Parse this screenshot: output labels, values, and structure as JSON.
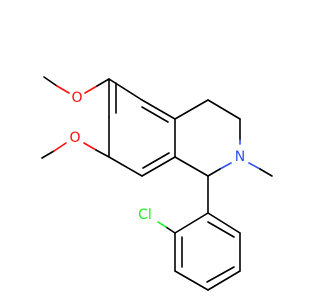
{
  "molecule": {
    "atoms": {
      "o_upper": "O",
      "o_lower": "O",
      "n": "N",
      "cl": "Cl"
    },
    "colors": {
      "bond": "#000000",
      "oxygen": "#ff0d0d",
      "nitrogen": "#3050f8",
      "chlorine": "#1ff01f"
    }
  }
}
